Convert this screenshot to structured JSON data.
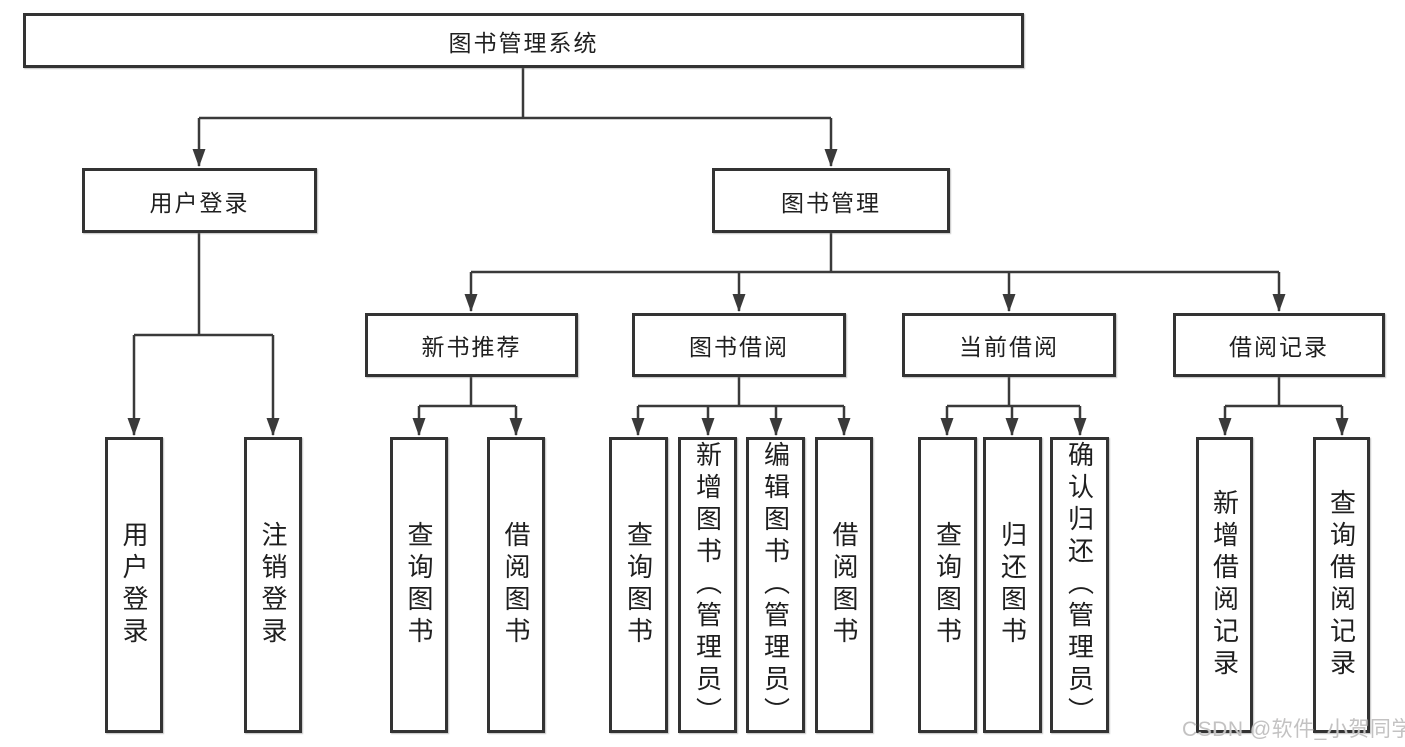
{
  "diagram": {
    "root": {
      "label": "图书管理系统"
    },
    "branches": [
      {
        "label": "用户登录",
        "children": [
          {
            "label": "用户登录"
          },
          {
            "label": "注销登录"
          }
        ]
      },
      {
        "label": "图书管理",
        "children": [
          {
            "label": "新书推荐",
            "children": [
              {
                "label": "查询图书"
              },
              {
                "label": "借阅图书"
              }
            ]
          },
          {
            "label": "图书借阅",
            "children": [
              {
                "label": "查询图书"
              },
              {
                "label": "新增图书（管理员）"
              },
              {
                "label": "编辑图书（管理员）"
              },
              {
                "label": "借阅图书"
              }
            ]
          },
          {
            "label": "当前借阅",
            "children": [
              {
                "label": "查询图书"
              },
              {
                "label": "归还图书"
              },
              {
                "label": "确认归还（管理员）"
              }
            ]
          },
          {
            "label": "借阅记录",
            "children": [
              {
                "label": "新增借阅记录"
              },
              {
                "label": "查询借阅记录"
              }
            ]
          }
        ]
      }
    ]
  },
  "watermark": {
    "text": "CSDN @软件_小贺同学"
  },
  "colors": {
    "background": "#ffffff",
    "box_border": "#333333",
    "connector_stroke": "#3a3a3a",
    "text": "#1f1f1f",
    "watermark": "#c3c2c2"
  }
}
